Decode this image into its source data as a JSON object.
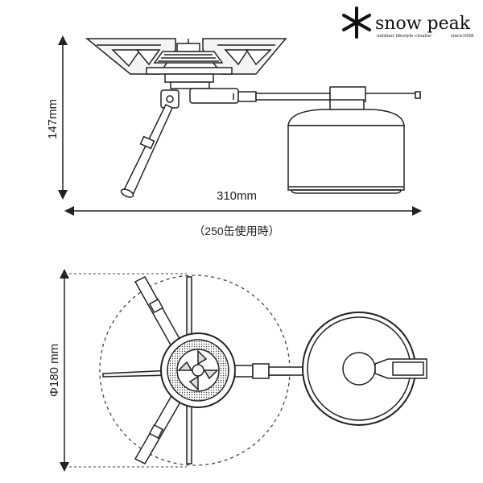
{
  "brand": {
    "name": "snow peak",
    "tagline": "outdoor lifestyle creator",
    "since": "since1958",
    "logo_icon": "snowflake-asterisk-icon"
  },
  "side_view": {
    "height_label": "147mm",
    "width_label": "310mm",
    "note": "（250缶使用時）"
  },
  "top_view": {
    "diameter_label": "Φ180 mm"
  },
  "colors": {
    "line": "#222222",
    "light_fill": "#e6e6e6",
    "dashed": "#444444"
  }
}
